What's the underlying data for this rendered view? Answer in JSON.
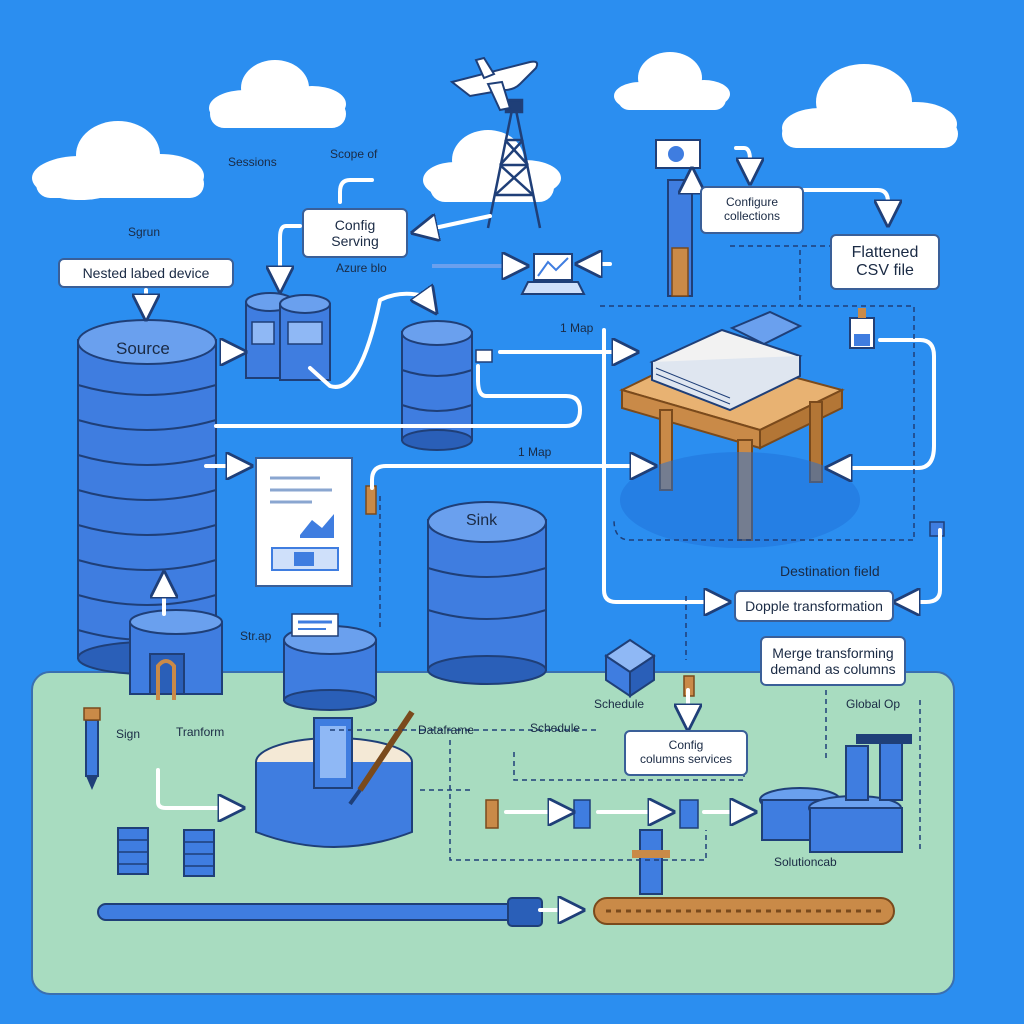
{
  "colors": {
    "background": "#2b8ef0",
    "cylinder": "#3f7de0",
    "cylinder_dark": "#2a5fb8",
    "outline": "#1f3f78",
    "ground": "#a8dcc0",
    "table_wood": "#d9a064",
    "arrow": "#ffffff"
  },
  "labels": {
    "source": "Source",
    "sink": "Sink",
    "sessions": "Sessions",
    "scope": "Scope of",
    "sgrun": "Sgrun",
    "nested_device": "Nested labed device",
    "config_serving": [
      "Config",
      "Serving"
    ],
    "azure_blob": "Azure blo",
    "configure_collections": [
      "Configure",
      "collections"
    ],
    "flattened_csv": [
      "Flattened",
      "CSV file"
    ],
    "map_1": "1 Map",
    "map_2": "1 Map",
    "destination_field": "Destination field",
    "dopple_transformation": "Dopple transformation",
    "merge_transforming": [
      "Merge transforming",
      "demand as columns"
    ],
    "strap": "Str.ap",
    "sign": "Sign",
    "transform": "Tranform",
    "dataframe": "Dataframe",
    "schedule": "Schedule",
    "schedule2": "Schedule",
    "global_ops": "Global Op",
    "config_services": [
      "Config",
      "columns services"
    ],
    "solution_cab": "Solutioncab"
  }
}
